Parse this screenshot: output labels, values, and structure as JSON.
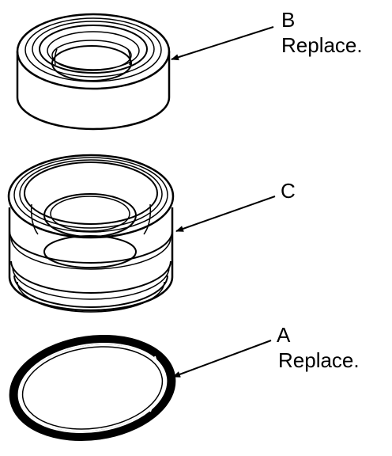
{
  "callouts": {
    "b": {
      "letter": "B",
      "note": "Replace."
    },
    "c": {
      "letter": "C"
    },
    "a": {
      "letter": "A",
      "note": "Replace."
    }
  },
  "colors": {
    "ink": "#000000",
    "paper": "#ffffff"
  }
}
